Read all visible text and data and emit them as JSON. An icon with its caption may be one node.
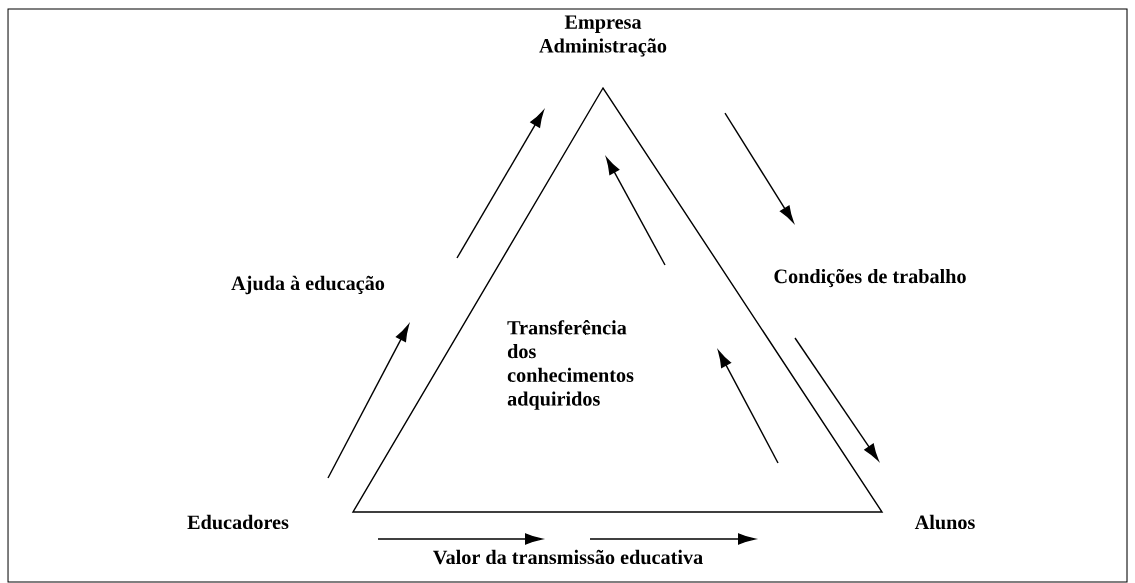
{
  "diagram": {
    "labels": [
      "Empresa Administração",
      "Ajuda à educação",
      "Condições de trabalho",
      "Transferência dos conhecimentos adquiridos",
      "Educadores",
      "Alunos",
      "Valor da transmissão educativa"
    ]
  }
}
